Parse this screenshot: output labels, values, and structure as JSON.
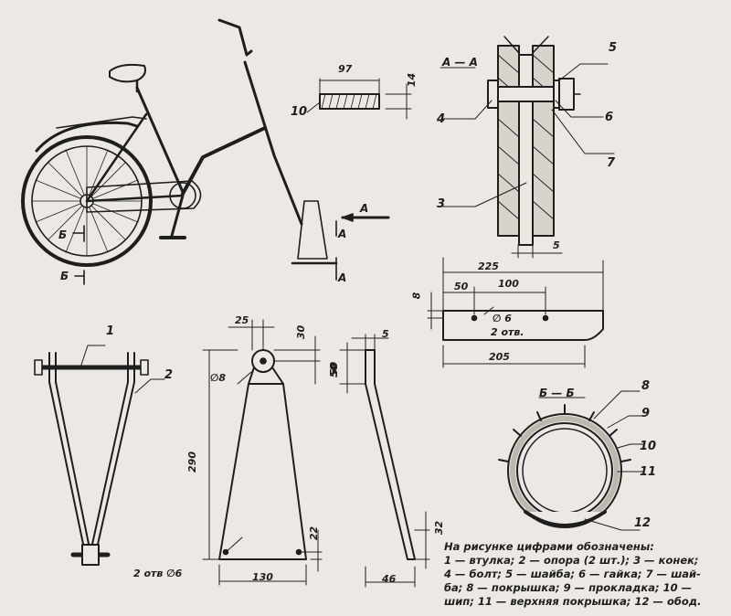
{
  "labels": {
    "section_aa": "А — А",
    "section_bb": "Б — Б",
    "a1": "А",
    "a2": "А",
    "a3": "А",
    "b1": "Б",
    "b2": "Б",
    "d97": "97",
    "d14": "14",
    "d225": "225",
    "d50a": "50",
    "d100": "100",
    "d8a": "8",
    "d5a": "5",
    "phi6a": "∅ 6",
    "holes2": "2 отв.",
    "d205": "205",
    "d25": "25",
    "d30": "30",
    "phi8": "∅8",
    "d50b": "50",
    "d290": "290",
    "d22": "22",
    "holes2b": "2 отв ∅6",
    "d130": "130",
    "d5b": "5",
    "d50c": "50",
    "d32": "32",
    "d46": "46",
    "n1": "1",
    "n2": "2",
    "n3": "3",
    "n4": "4",
    "n5": "5",
    "n6": "6",
    "n7": "7",
    "n8": "8",
    "n9": "9",
    "n10": "10",
    "n10b": "10",
    "n11": "11",
    "n12": "12"
  },
  "legend": {
    "title": "На рисунке цифрами обозначены:",
    "line1": "1 — втулка; 2 — опора (2 шт.); 3 — конек;",
    "line2": "4 — болт; 5 — шайба; 6 — гайка; 7 — шай-",
    "line3": "ба; 8 — покрышка; 9 — прокладка; 10 —",
    "line4": "шип; 11 — верхняя покрышка; 12 — обод."
  }
}
